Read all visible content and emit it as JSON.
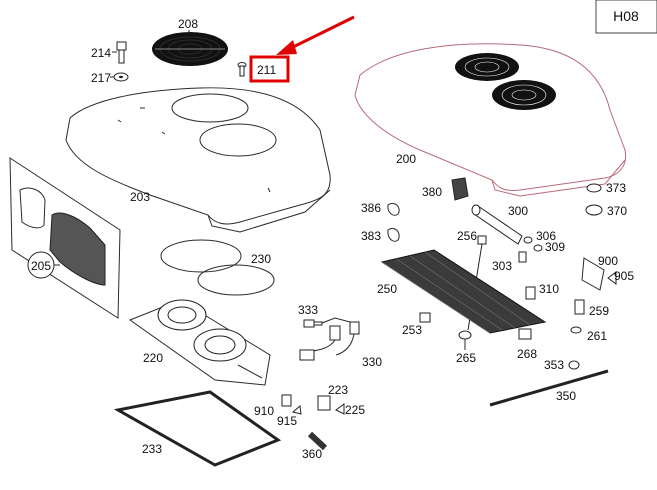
{
  "sheet": {
    "label": "H08"
  },
  "highlight": {
    "part": "211",
    "border_color": "#e10000",
    "arrow_color": "#e10000"
  },
  "colors": {
    "outline": "#2a2a2a",
    "housing": "#b76b78",
    "highlight": "#e10000"
  },
  "parts": [
    {
      "id": "p208",
      "label": "208"
    },
    {
      "id": "p214",
      "label": "214"
    },
    {
      "id": "p217",
      "label": "217"
    },
    {
      "id": "p211",
      "label": "211"
    },
    {
      "id": "p200",
      "label": "200"
    },
    {
      "id": "p203",
      "label": "203"
    },
    {
      "id": "p205",
      "label": "205"
    },
    {
      "id": "p230",
      "label": "230"
    },
    {
      "id": "p220",
      "label": "220"
    },
    {
      "id": "p233",
      "label": "233"
    },
    {
      "id": "p333",
      "label": "333"
    },
    {
      "id": "p330",
      "label": "330"
    },
    {
      "id": "p223",
      "label": "223"
    },
    {
      "id": "p225",
      "label": "225"
    },
    {
      "id": "p910",
      "label": "910"
    },
    {
      "id": "p915",
      "label": "915"
    },
    {
      "id": "p360",
      "label": "360"
    },
    {
      "id": "p380",
      "label": "380"
    },
    {
      "id": "p386",
      "label": "386"
    },
    {
      "id": "p383",
      "label": "383"
    },
    {
      "id": "p300",
      "label": "300"
    },
    {
      "id": "p373",
      "label": "373"
    },
    {
      "id": "p370",
      "label": "370"
    },
    {
      "id": "p256",
      "label": "256"
    },
    {
      "id": "p306",
      "label": "306"
    },
    {
      "id": "p309",
      "label": "309"
    },
    {
      "id": "p303",
      "label": "303"
    },
    {
      "id": "p250",
      "label": "250"
    },
    {
      "id": "p310",
      "label": "310"
    },
    {
      "id": "p900",
      "label": "900"
    },
    {
      "id": "p905",
      "label": "905"
    },
    {
      "id": "p253",
      "label": "253"
    },
    {
      "id": "p259",
      "label": "259"
    },
    {
      "id": "p261",
      "label": "261"
    },
    {
      "id": "p265",
      "label": "265"
    },
    {
      "id": "p268",
      "label": "268"
    },
    {
      "id": "p353",
      "label": "353"
    },
    {
      "id": "p350",
      "label": "350"
    }
  ]
}
